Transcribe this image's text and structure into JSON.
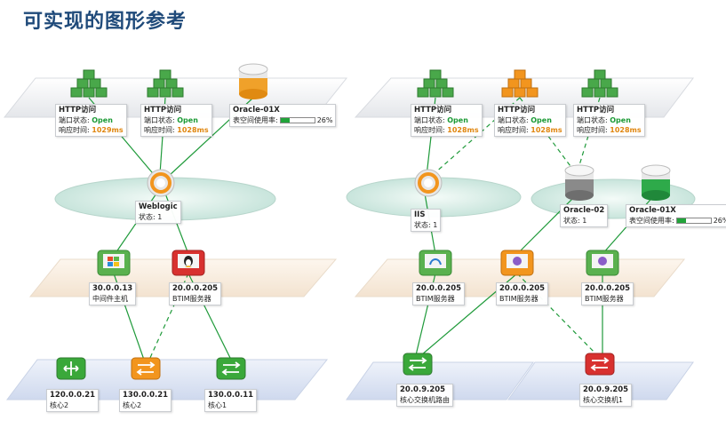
{
  "title": "可实现的图形参考",
  "left": {
    "http1": {
      "name": "HTTP访问",
      "status_label": "端口状态:",
      "status": "Open",
      "resp_label": "响应时间:",
      "resp": "1029ms"
    },
    "http2": {
      "name": "HTTP访问",
      "status_label": "端口状态:",
      "status": "Open",
      "resp_label": "响应时间:",
      "resp": "1028ms"
    },
    "oracle": {
      "name": "Oracle-01X",
      "usage_label": "表空间使用率:",
      "usage_value": "26%",
      "usage_fraction": 0.26
    },
    "weblogic": {
      "name": "Weblogic",
      "status": "状态: 1"
    },
    "win": {
      "ip": "30.0.0.13",
      "name": "中间件主机"
    },
    "linux": {
      "ip": "20.0.0.205",
      "name": "BTIM服务器"
    },
    "sw1": {
      "ip": "120.0.0.21",
      "name": "核心2"
    },
    "sw2": {
      "ip": "130.0.0.21",
      "name": "核心2"
    },
    "sw3": {
      "ip": "130.0.0.11",
      "name": "核心1"
    }
  },
  "right": {
    "http1": {
      "name": "HTTP访问",
      "status_label": "端口状态:",
      "status": "Open",
      "resp_label": "响应时间:",
      "resp": "1028ms"
    },
    "http2": {
      "name": "HTTP访问",
      "status_label": "端口状态:",
      "status": "Open",
      "resp_label": "响应时间:",
      "resp": "1028ms"
    },
    "http3": {
      "name": "HTTP访问",
      "status_label": "端口状态:",
      "status": "Open",
      "resp_label": "响应时间:",
      "resp": "1028ms"
    },
    "iis": {
      "name": "IIS",
      "status": "状态: 1"
    },
    "oracle2": {
      "name": "Oracle-02",
      "status": "状态: 1"
    },
    "oracle1x": {
      "name": "Oracle-01X",
      "usage_label": "表空间使用率:",
      "usage_value": "26%",
      "usage_fraction": 0.26
    },
    "srv1": {
      "ip": "20.0.0.205",
      "name": "BTIM服务器"
    },
    "srv2": {
      "ip": "20.0.0.205",
      "name": "BTIM服务器"
    },
    "srv3": {
      "ip": "20.0.0.205",
      "name": "BTIM服务器"
    },
    "core1": {
      "ip": "20.0.9.205",
      "name": "核心交换机路由"
    },
    "core2": {
      "ip": "20.0.9.205",
      "name": "核心交换机1"
    }
  },
  "colors": {
    "link": "#1f9a3a",
    "green": "#3aa83a",
    "orange": "#f2951e",
    "red": "#d8312f",
    "gray": "#8a8a8a"
  }
}
